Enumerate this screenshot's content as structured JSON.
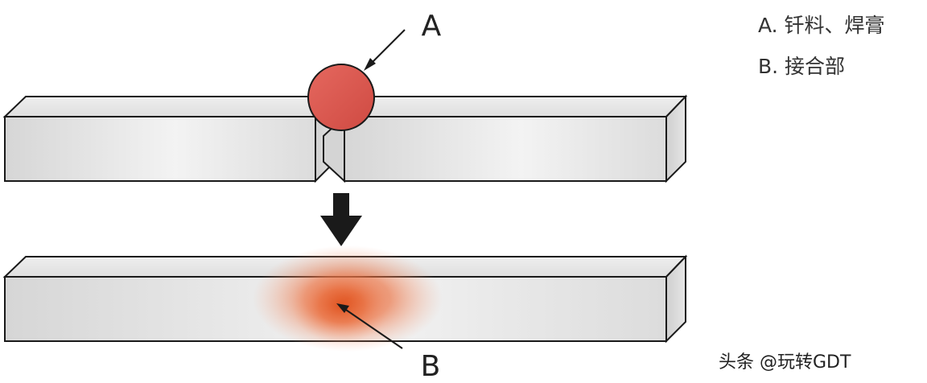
{
  "diagram": {
    "callout_a": "A",
    "callout_b": "B"
  },
  "legend": {
    "item_a": "A. 钎料、焊膏",
    "item_b": "B. 接合部"
  },
  "watermark": "头条 @玩转GDT",
  "colors": {
    "solder_ball": "#d9534a",
    "joint_glow": "#e0521f",
    "bar_face": "#e4e4e4",
    "outline": "#1a1a1a"
  }
}
